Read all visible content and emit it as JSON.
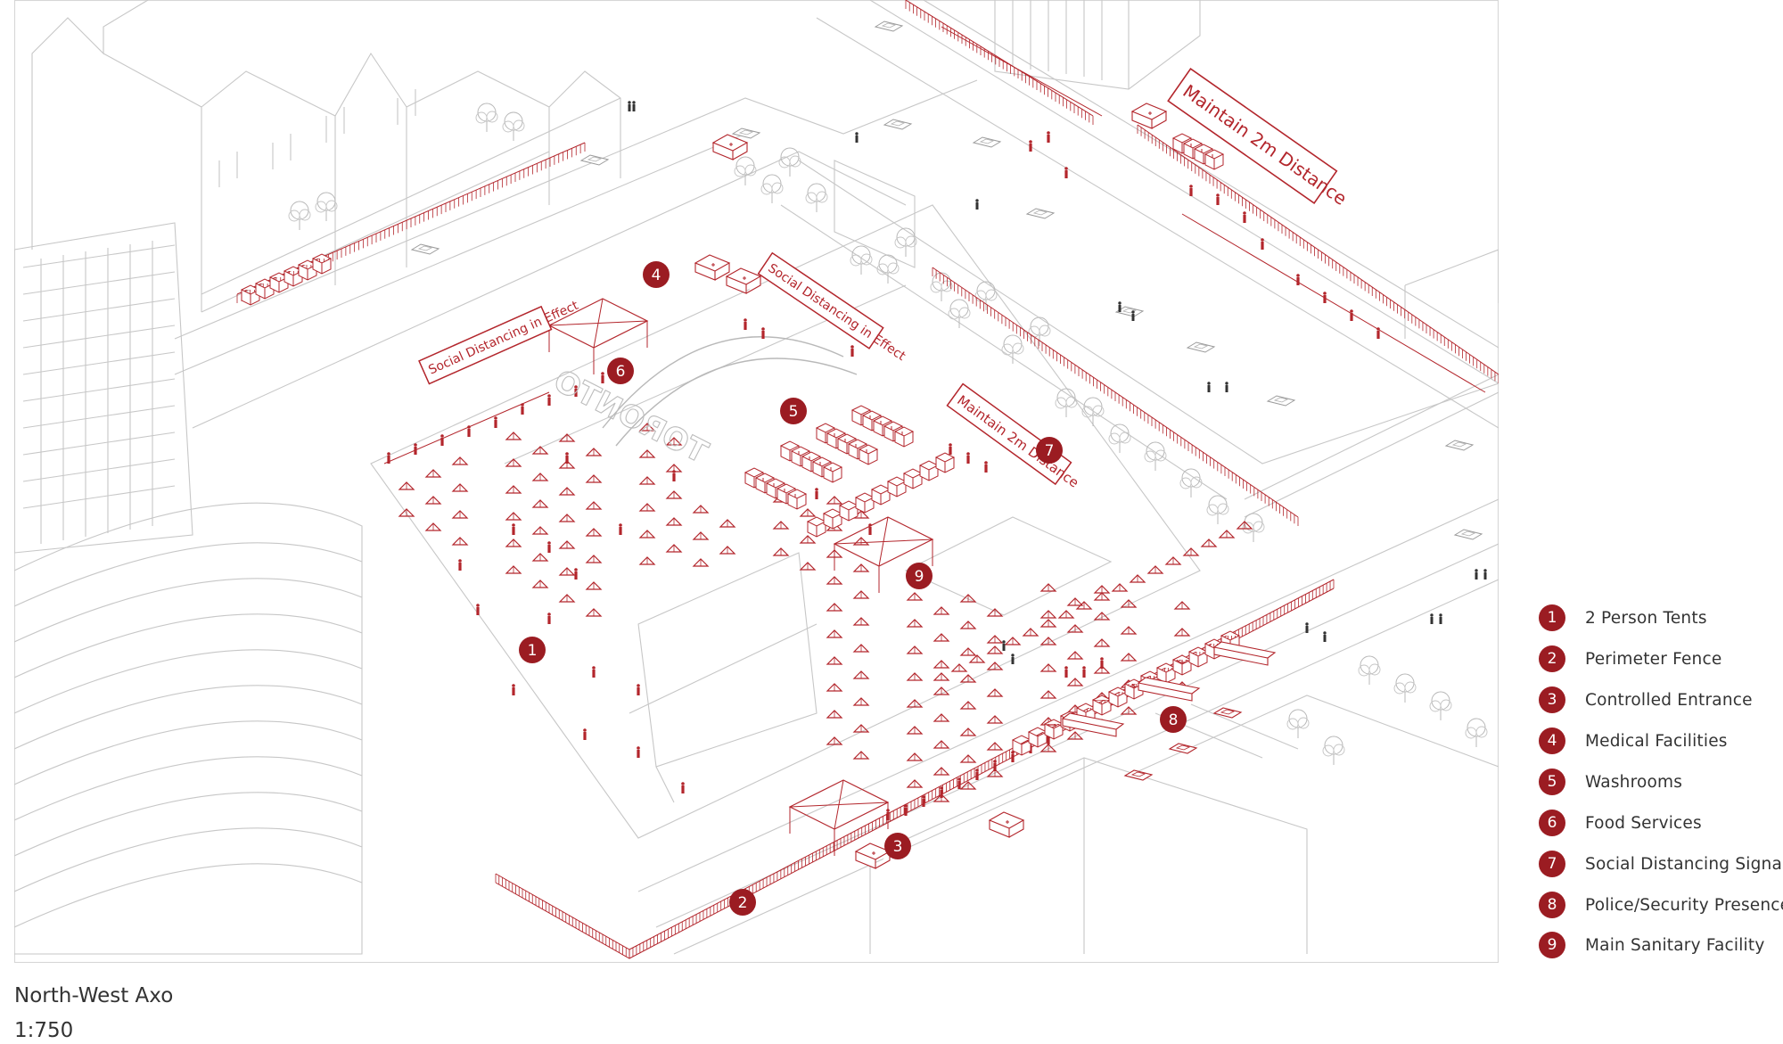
{
  "accent_color": "#9b1c22",
  "line_color": "#c9c9c9",
  "signs": {
    "s1": "Social Distancing in Effect",
    "s2": "Social Distancing in Effect",
    "s3": "Maintain 2m Distance",
    "s4": "Maintain 2m Distance"
  },
  "ground_lettering": "TORONTO",
  "markers": [
    "1",
    "2",
    "3",
    "4",
    "5",
    "6",
    "7",
    "8",
    "9"
  ],
  "legend": [
    {
      "num": "1",
      "label": "2 Person Tents"
    },
    {
      "num": "2",
      "label": "Perimeter Fence"
    },
    {
      "num": "3",
      "label": "Controlled Entrance"
    },
    {
      "num": "4",
      "label": "Medical Facilities"
    },
    {
      "num": "5",
      "label": "Washrooms"
    },
    {
      "num": "6",
      "label": "Food Services"
    },
    {
      "num": "7",
      "label": "Social Distancing Signage"
    },
    {
      "num": "8",
      "label": "Police/Security Presence"
    },
    {
      "num": "9",
      "label": "Main Sanitary Facility"
    }
  ],
  "caption": {
    "title": "North-West Axo",
    "scale": "1:750"
  }
}
